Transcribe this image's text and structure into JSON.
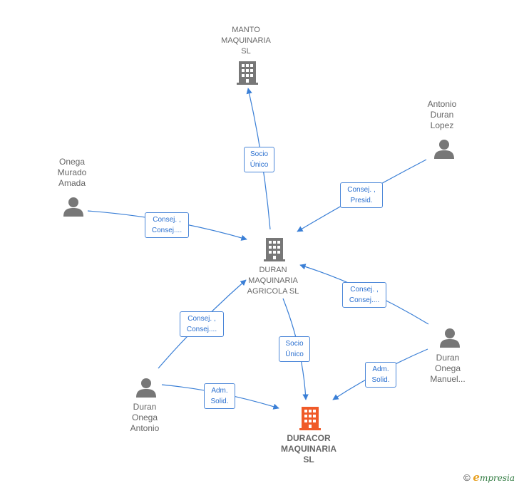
{
  "colors": {
    "edge": "#3a7fd6",
    "node_icon": "#777777",
    "highlight_icon": "#f05a28"
  },
  "nodes": {
    "manto": {
      "label": "MANTO\nMAQUINARIA\nSL",
      "icon": "building-icon"
    },
    "antonio_duran_lopez": {
      "label": "Antonio\nDuran\nLopez",
      "icon": "person-icon"
    },
    "onega_murado_amada": {
      "label": "Onega\nMurado\nAmada",
      "icon": "person-icon"
    },
    "duran_maquinaria_agricola": {
      "label": "DURAN\nMAQUINARIA\nAGRICOLA SL",
      "icon": "building-icon"
    },
    "duran_onega_manuel": {
      "label": "Duran\nOnega\nManuel...",
      "icon": "person-icon"
    },
    "duran_onega_antonio": {
      "label": "Duran\nOnega\nAntonio",
      "icon": "person-icon"
    },
    "duracor": {
      "label": "DURACOR\nMAQUINARIA\nSL",
      "icon": "building-icon"
    }
  },
  "edges": {
    "agricola_to_manto": "Socio\nÚnico",
    "lopez_to_agricola": "Consej. ,\nPresid.",
    "amada_to_agricola": "Consej. ,\nConsej....",
    "manuel_to_agricola": "Consej. ,\nConsej....",
    "antonio_to_agricola": "Consej. ,\nConsej....",
    "agricola_to_duracor": "Socio\nÚnico",
    "manuel_to_duracor": "Adm.\nSolid.",
    "antonio_to_duracor": "Adm.\nSolid."
  },
  "footer": {
    "copyright_symbol": "©",
    "brand_initial": "e",
    "brand_rest": "mpresia"
  }
}
